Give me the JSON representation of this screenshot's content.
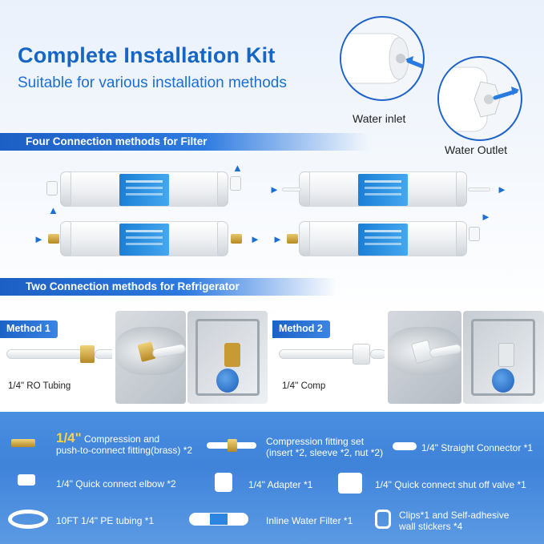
{
  "header": {
    "title": "Complete Installation Kit",
    "subtitle": "Suitable for various installation methods"
  },
  "circles": {
    "inlet_label": "Water inlet",
    "outlet_label": "Water Outlet"
  },
  "sections": {
    "filter_methods": "Four Connection methods for Filter",
    "fridge_methods": "Two Connection methods for Refrigerator"
  },
  "methods": [
    {
      "tag": "Method 1",
      "caption": "1/4\" RO Tubing"
    },
    {
      "tag": "Method 2",
      "caption": "1/4'' Comp"
    }
  ],
  "kit": {
    "item1_highlight": "1/4\"",
    "item1_line1": " Compression and",
    "item1_line2": "push-to-connect fitting(brass) *2",
    "item2_line1": "Compression fitting set",
    "item2_line2": "(insert *2, sleeve *2, nut *2)",
    "item3": "1/4\" Straight Connector *1",
    "item4": "1/4\" Quick connect elbow *2",
    "item5": "1/4\" Adapter *1",
    "item6": "1/4\" Quick connect shut off valve *1",
    "item7": "10FT 1/4\" PE tubing *1",
    "item8": "Inline Water Filter *1",
    "item9_line1": "Clips*1 and Self-adhesive",
    "item9_line2": "wall stickers *4"
  },
  "colors": {
    "title_blue": "#1566c5",
    "banner_blue": "#1c5fc4",
    "highlight_yellow": "#f6d34b"
  }
}
